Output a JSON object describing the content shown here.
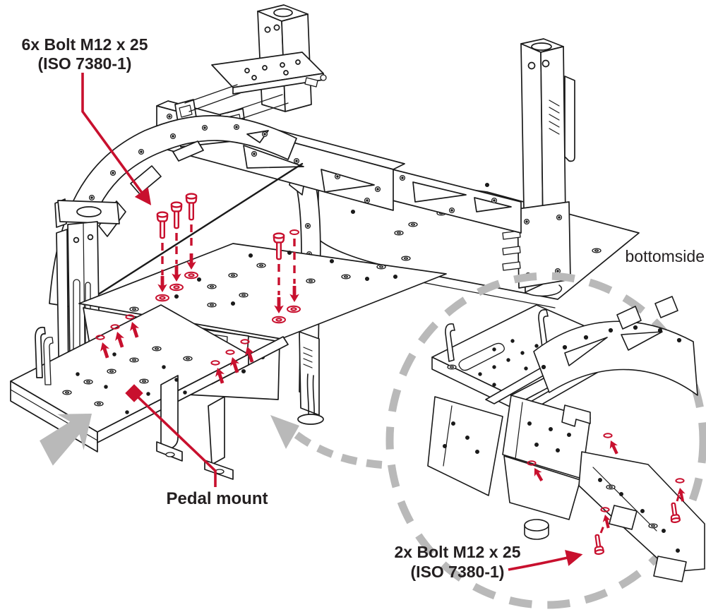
{
  "colors": {
    "accent_red": "#c8102e",
    "line_black": "#1a1a1a",
    "annotation_gray": "#b9b9b9",
    "text": "#231f20",
    "background": "#ffffff"
  },
  "callouts": {
    "main_bolts": {
      "line1": "6x Bolt M12 x 25",
      "line2": "(ISO 7380-1)"
    },
    "bottom_bolts": {
      "line1": "2x Bolt M12 x 25",
      "line2": "(ISO 7380-1)"
    },
    "pedal_mount": "Pedal mount",
    "bottomside": "bottomside"
  },
  "icons": {
    "bolt": "button-head-bolt-icon",
    "insert_arrow": "red-insert-arrow-icon",
    "hole_marker": "red-hole-marker-icon",
    "direction_arrow": "gray-direction-arrow-icon",
    "rotate_arrow": "gray-rotate-arrow-icon",
    "detail_ellipse": "gray-dashed-detail-ellipse"
  }
}
